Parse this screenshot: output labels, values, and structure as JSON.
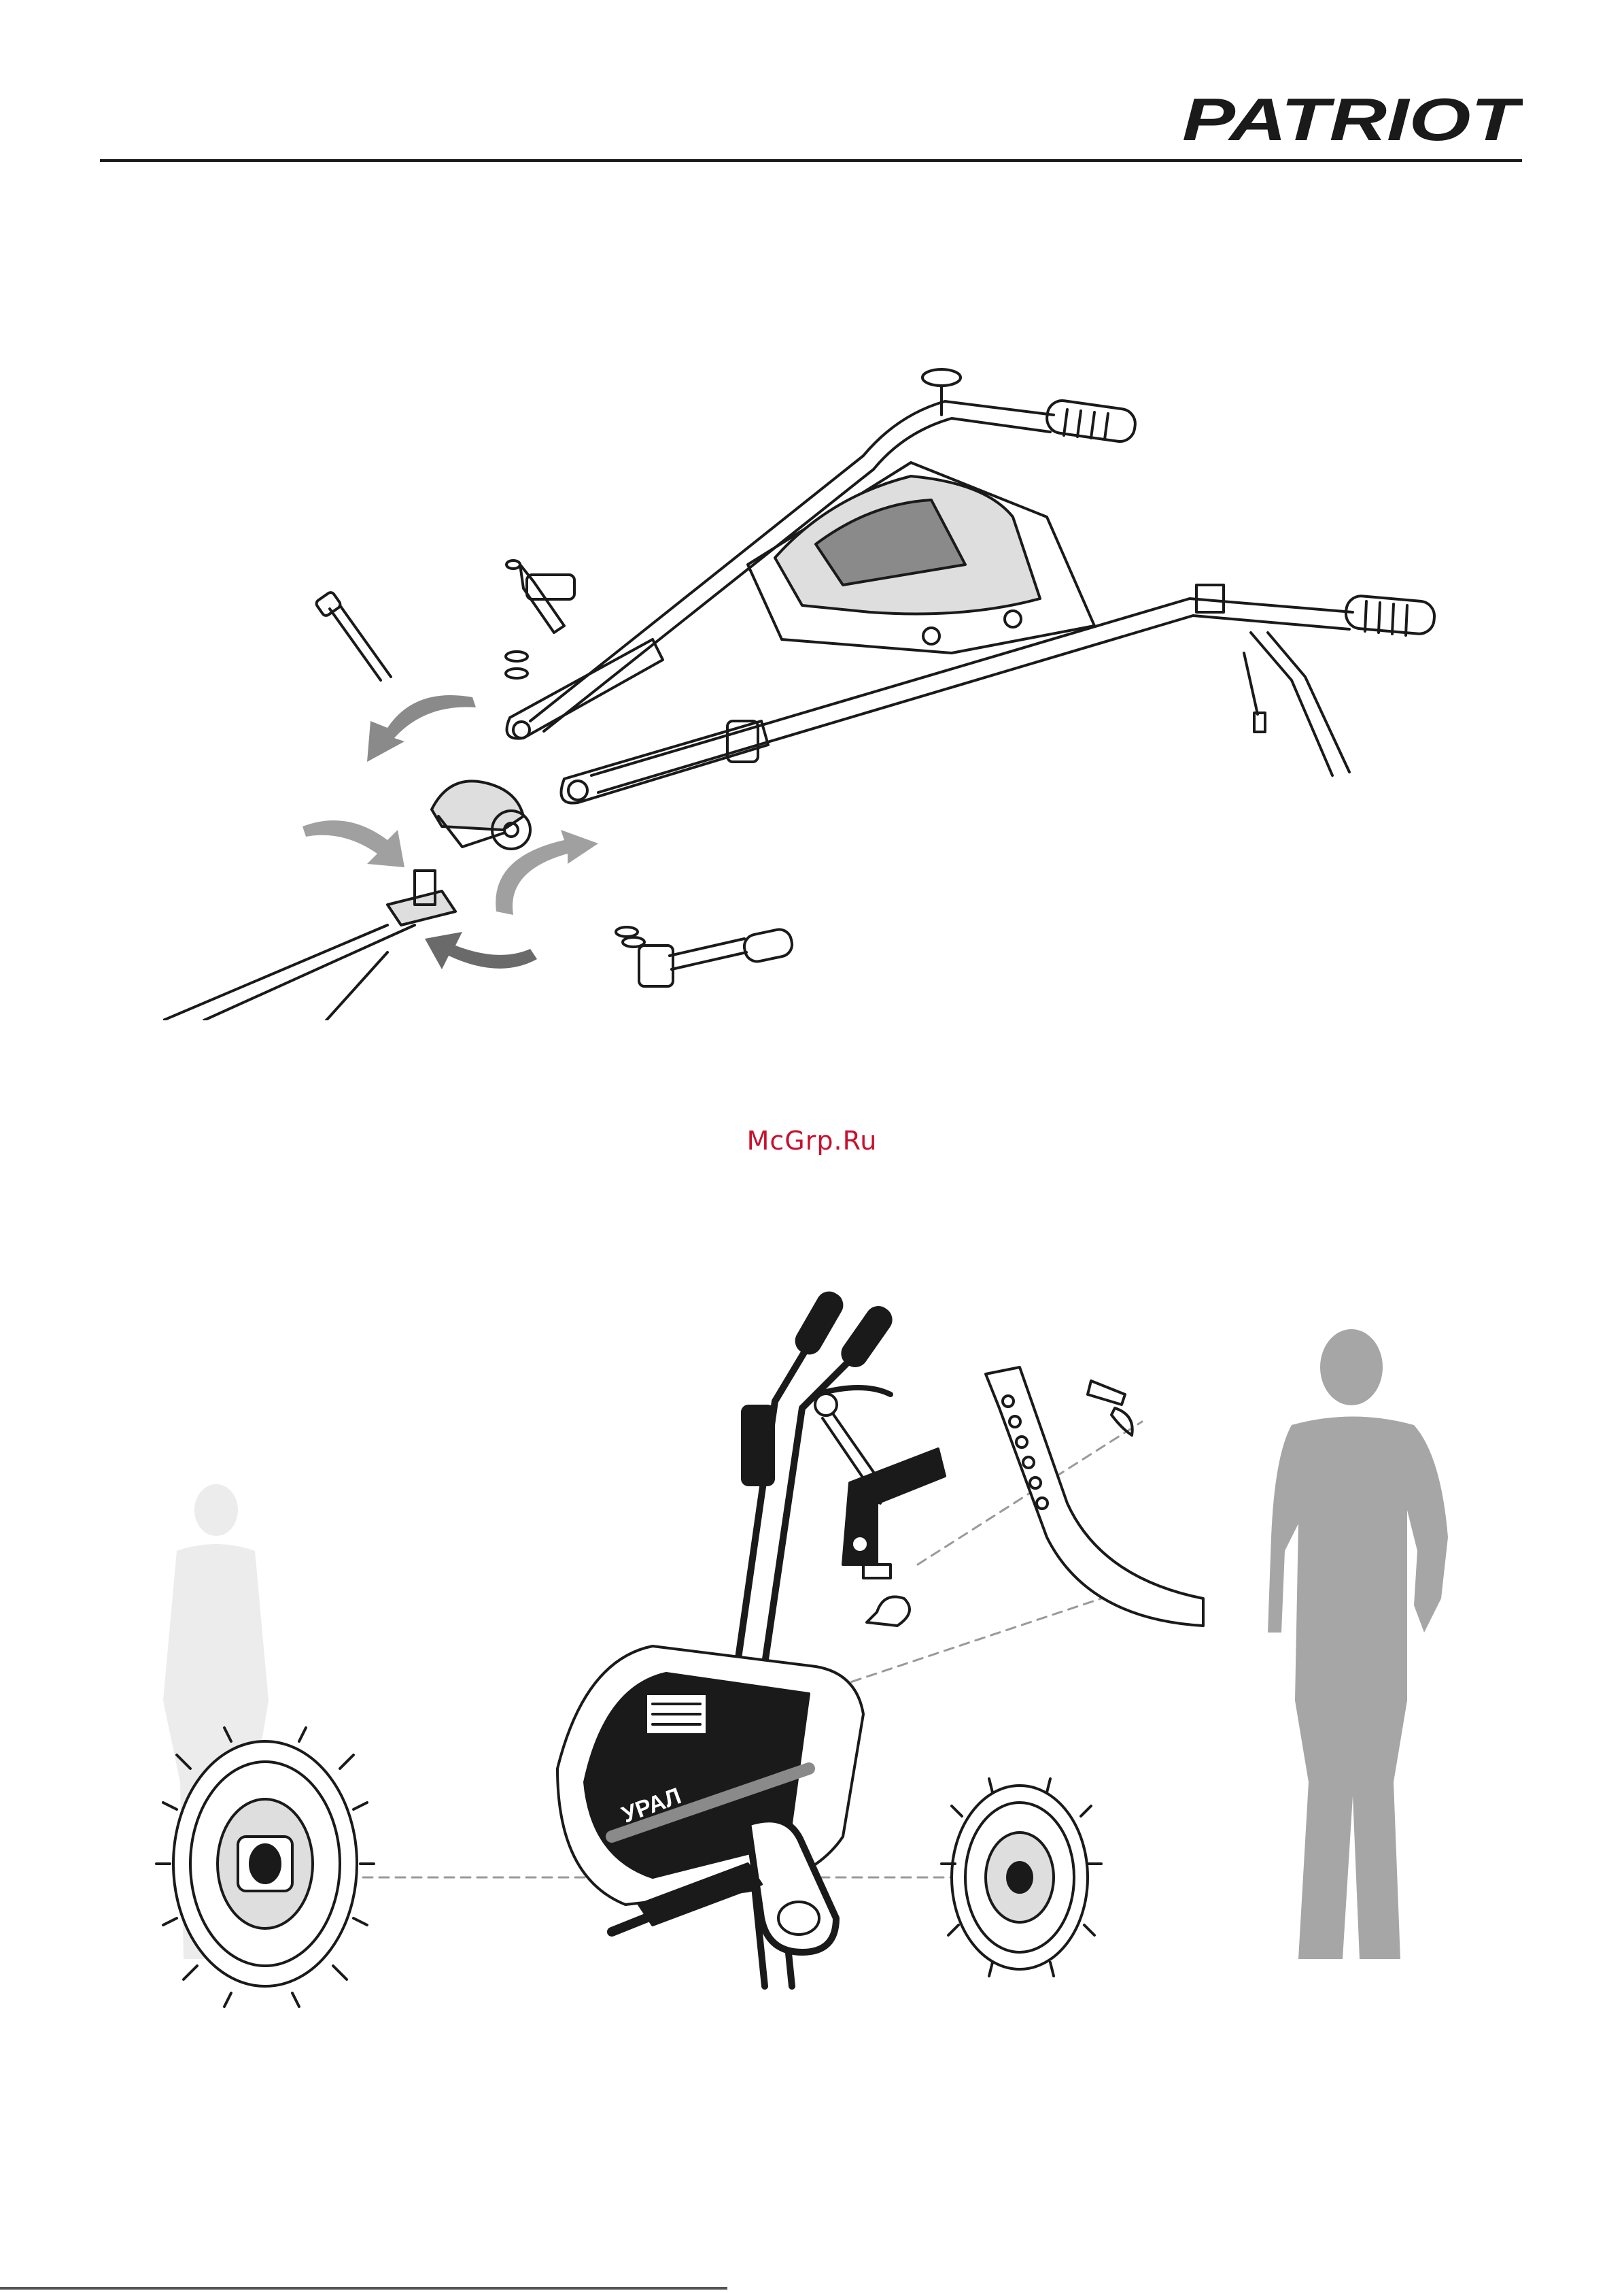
{
  "header": {
    "brand": "PATRIOT"
  },
  "watermark": {
    "text": "McGrp.Ru"
  },
  "figure_bottom": {
    "engine_label": "УРАЛ"
  },
  "colors": {
    "watermark": "#c8102e",
    "ink": "#1a1a1a",
    "arrow": "#8a8a8a",
    "silhouette_dark": "#a6a6a6",
    "silhouette_light": "#ececec"
  }
}
